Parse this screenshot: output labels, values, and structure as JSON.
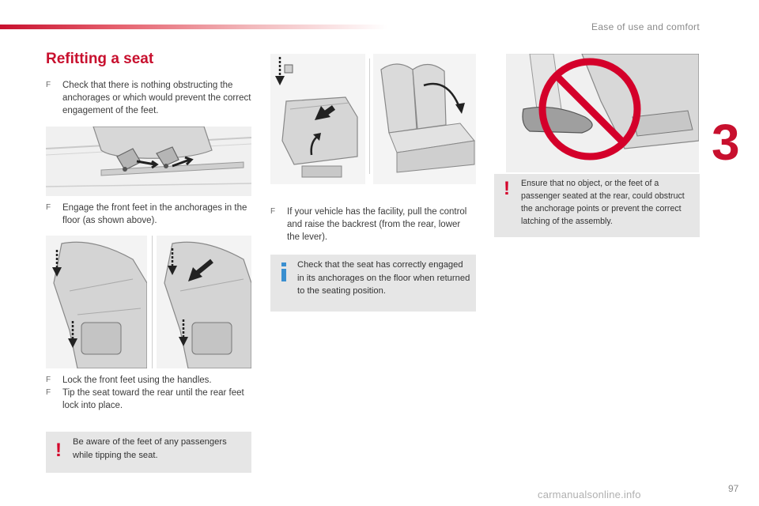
{
  "header": {
    "section_title": "Ease of use and comfort",
    "chapter_number": "3"
  },
  "main": {
    "heading": "Refitting a seat",
    "bullet": "F",
    "steps": [
      "Check that there is nothing obstructing the anchorages or which would prevent the correct engagement of the feet.",
      "Engage the front feet in the anchorages in the floor (as shown above).",
      "Lock the front feet using the handles.",
      "Tip the seat toward the rear until the rear feet lock into place.",
      "If your vehicle has the facility, pull the control and raise the backrest (from the rear, lower the lever)."
    ],
    "warning_passengers": "Be aware of the feet of any passengers while tipping the seat.",
    "info_engaged": "Check that the seat has correctly engaged in its anchorages on the floor when returned to the seating position.",
    "warning_obstruct": "Ensure that no object, or the feet of a passenger seated at the rear, could obstruct the anchorage points or prevent the correct latching of the assembly."
  },
  "icons": {
    "warning": "!",
    "info": "i"
  },
  "colors": {
    "accent": "#c8102e",
    "note_bg": "#e6e6e6",
    "warning": "#d4002a",
    "info": "#3a8fd0"
  },
  "footer": {
    "page_number": "97",
    "watermark": "carmanualsonline.info"
  }
}
